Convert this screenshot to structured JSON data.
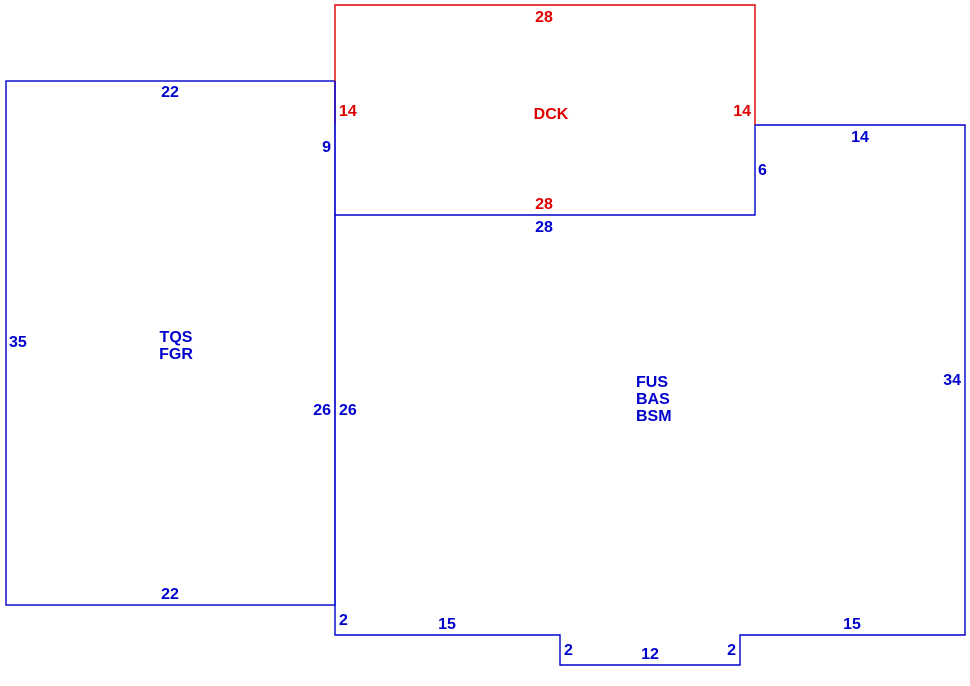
{
  "colors": {
    "main": "#0000cc",
    "deck": "#dd0000",
    "background": "#ffffff"
  },
  "areas": {
    "garage": {
      "codes": [
        "TQS",
        "FGR"
      ]
    },
    "house": {
      "codes": [
        "FUS",
        "BAS",
        "BSM"
      ]
    },
    "deck": {
      "codes": [
        "DCK"
      ]
    }
  },
  "dimensions": {
    "garage_top": "22",
    "garage_bottom": "22",
    "garage_left": "35",
    "garage_right": "26",
    "garage_upper_right": "9",
    "deck_top": "28",
    "deck_bottom": "28",
    "deck_left": "14",
    "deck_right": "14",
    "house_top": "28",
    "house_left": "26",
    "house_right_step": "6",
    "house_right_top": "14",
    "house_right": "34",
    "house_bottom_left_step": "2",
    "house_bottom_left": "15",
    "notch_left": "2",
    "notch_bottom": "12",
    "notch_right": "2",
    "house_bottom_right": "15"
  }
}
